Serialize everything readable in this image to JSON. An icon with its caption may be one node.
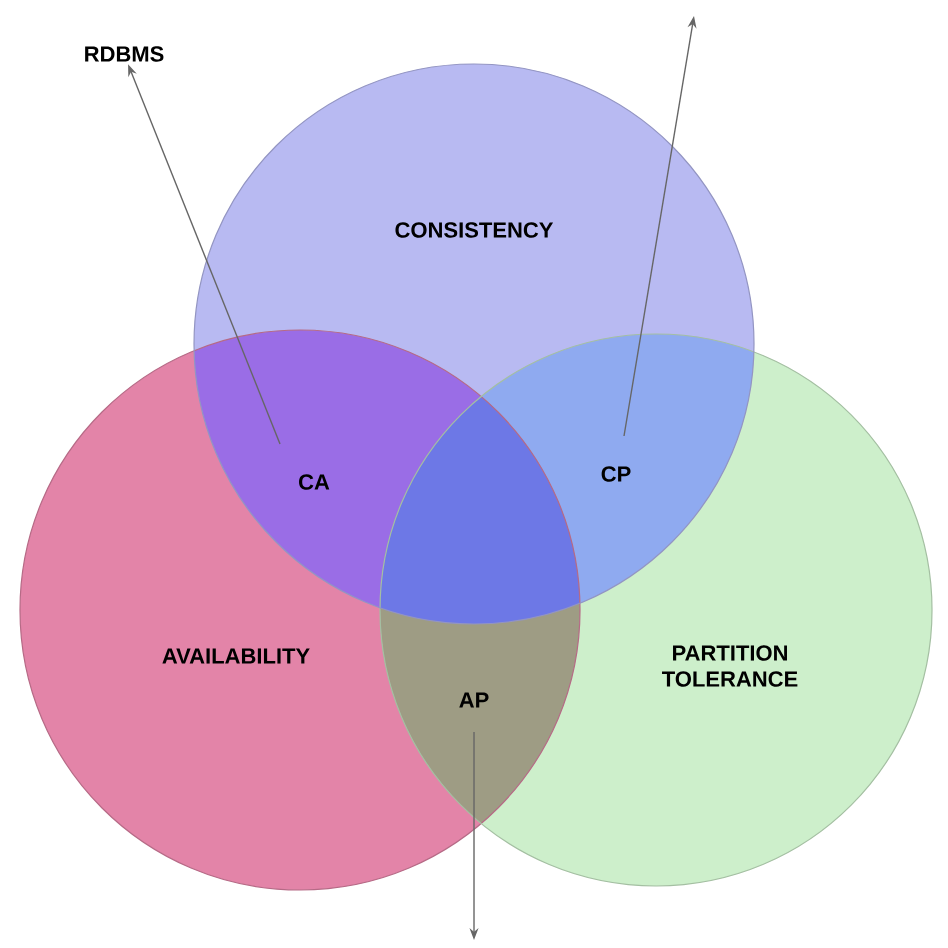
{
  "diagram": {
    "nodes": [
      {
        "text": [
          "CONSISTENCY"
        ]
      },
      {
        "text": [
          "AVAILABILITY"
        ]
      },
      {
        "text": [
          "PARTITION TOLERANCE"
        ]
      },
      {
        "text": [
          "CA"
        ]
      },
      {
        "text": [
          "CP"
        ]
      },
      {
        "text": [
          "AP"
        ]
      },
      {
        "text": [
          "RDBMS"
        ]
      }
    ],
    "edges": [
      {
        "from": 3,
        "to": 6,
        "arrow": "to"
      },
      {
        "from": 4,
        "to": null,
        "arrow": "to"
      },
      {
        "from": 5,
        "to": null,
        "arrow": "to"
      }
    ]
  }
}
